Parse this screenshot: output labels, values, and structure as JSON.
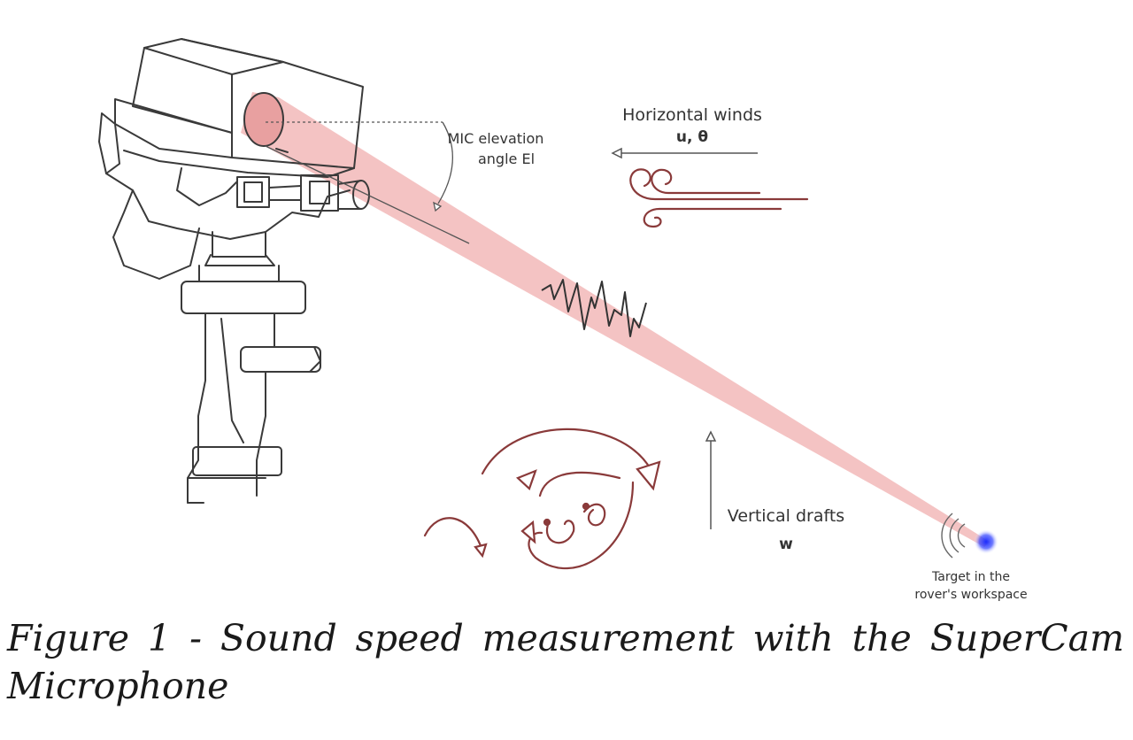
{
  "diagram": {
    "labels": {
      "mic_elevation_line1": "MIC elevation",
      "mic_elevation_line2": "angle El",
      "horizontal_winds_title": "Horizontal winds",
      "horizontal_winds_vars": "u, θ",
      "vertical_drafts_title": "Vertical drafts",
      "vertical_drafts_var": "w",
      "target_line1": "Target in the",
      "target_line2": "rover's workspace"
    },
    "colors": {
      "beam": "#f2b8b8",
      "outline": "#3a3a3a",
      "wind_curves": "#8a3a3a",
      "target": "#2233ff"
    },
    "icons": [
      "supercam-instrument",
      "laser-beam",
      "sound-wave-icon",
      "wind-swirl-icon",
      "turbulence-icon",
      "target-spot-icon"
    ]
  },
  "caption": {
    "text": "Figure 1 - Sound speed measurement with the SuperCam Microphone"
  }
}
